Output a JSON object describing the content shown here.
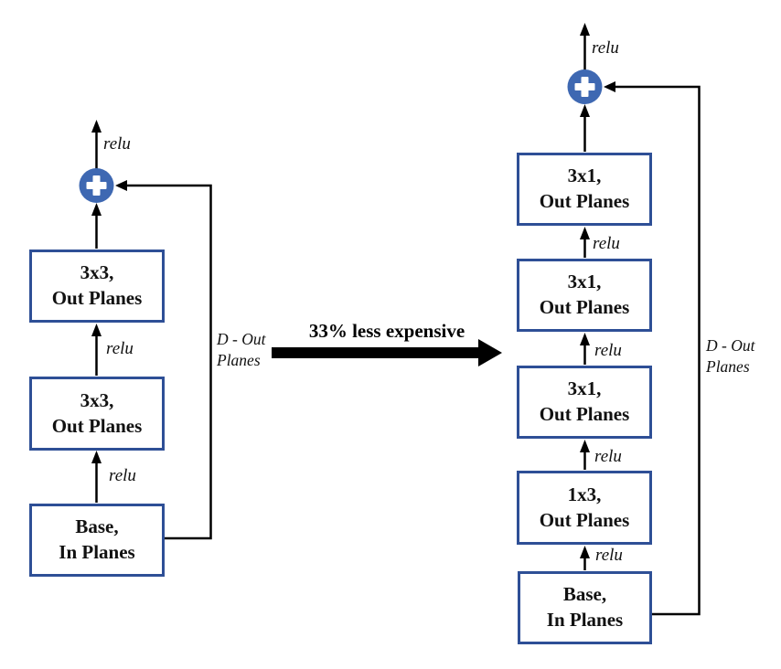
{
  "transform": {
    "label": "33% less expensive"
  },
  "left": {
    "output_relu": "relu",
    "plus_symbol": "+",
    "boxes": [
      {
        "line1": "3x3,",
        "line2": "Out Planes"
      },
      {
        "line1": "3x3,",
        "line2": "Out Planes"
      },
      {
        "line1": "Base,",
        "line2": "In Planes"
      }
    ],
    "relus": [
      "relu",
      "relu"
    ],
    "skip_label": {
      "line1": "D - Out",
      "line2": "Planes"
    }
  },
  "right": {
    "output_relu": "relu",
    "plus_symbol": "+",
    "boxes": [
      {
        "line1": "3x1,",
        "line2": "Out Planes"
      },
      {
        "line1": "3x1,",
        "line2": "Out Planes"
      },
      {
        "line1": "3x1,",
        "line2": "Out Planes"
      },
      {
        "line1": "1x3,",
        "line2": "Out Planes"
      },
      {
        "line1": "Base,",
        "line2": "In Planes"
      }
    ],
    "relus": [
      "relu",
      "relu",
      "relu",
      "relu"
    ],
    "skip_label": {
      "line1": "D - Out",
      "line2": "Planes"
    }
  },
  "colors": {
    "box_border": "#2e4f96",
    "box_fill": "#ffffff",
    "plus_fill": "#3e68b2",
    "plus_cross": "#ffffff",
    "line": "#000000",
    "background": "#ffffff"
  }
}
